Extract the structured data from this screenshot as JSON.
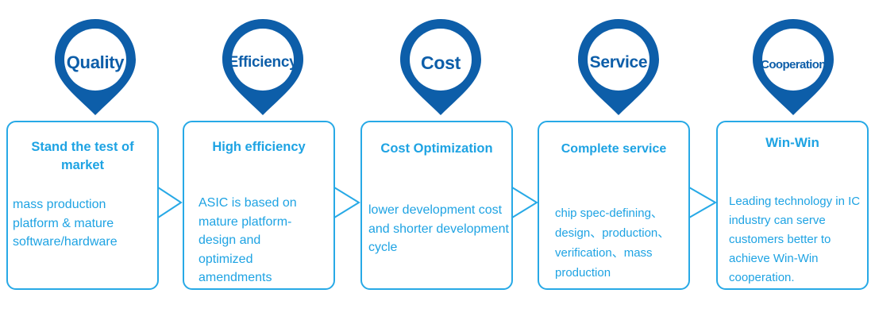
{
  "colors": {
    "pin_outer": "#0d5ea9",
    "pin_inner": "#ffffff",
    "card_border": "#27a9e6",
    "text": "#1ea3e3",
    "pin_text": "#0d5ea9"
  },
  "steps": [
    {
      "label": "Quality",
      "title": "Stand the test of market",
      "description": "mass production platform & mature software/hardware"
    },
    {
      "label": "Efficiency",
      "title": "High efficiency",
      "description": "ASIC is based on mature platform-design and optimized amendments"
    },
    {
      "label": "Cost",
      "title": "Cost Optimization",
      "description": "lower development cost and shorter development cycle"
    },
    {
      "label": "Service",
      "title": "Complete service",
      "description": "chip spec-defining、design、production、verification、mass production"
    },
    {
      "label": "Cooperation",
      "title": "Win-Win",
      "description": "Leading technology in IC industry can serve customers better to achieve Win-Win cooperation."
    }
  ]
}
